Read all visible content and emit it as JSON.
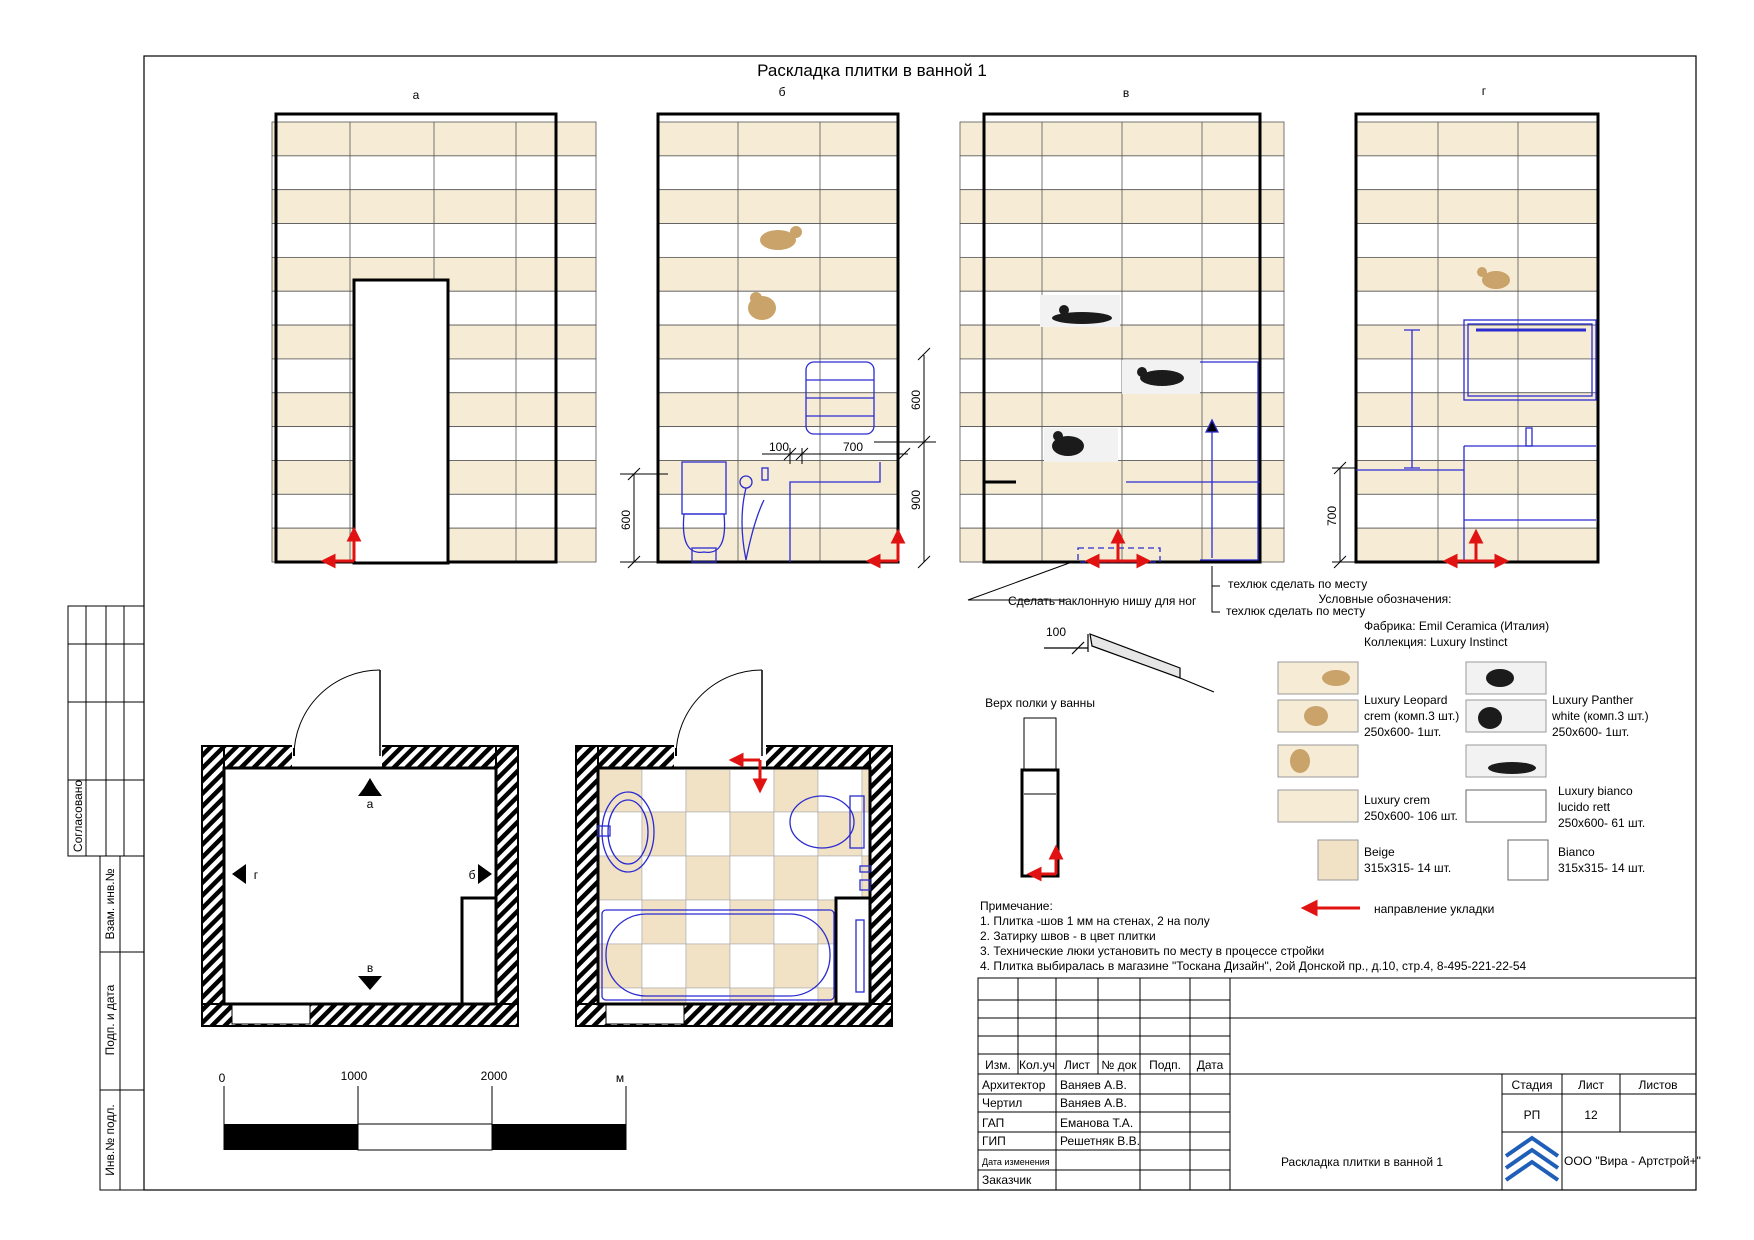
{
  "title": "Раскладка плитки в ванной 1",
  "wall_labels": [
    "а",
    "б",
    "в",
    "г"
  ],
  "plan_labels": {
    "a": "а",
    "b": "б",
    "v": "в",
    "g": "г"
  },
  "dims": {
    "b_600_left": "600",
    "b_100": "100",
    "b_700": "700",
    "b_600_right": "600",
    "b_900": "900",
    "g_700": "700",
    "shelf_100": "100"
  },
  "callouts": {
    "niche": "Сделать наклонную нишу для ног",
    "hatch1": "техлюк сделать по месту",
    "hatch2": "техлюк сделать по месту",
    "shelf_caption": "Верх полки у ванны"
  },
  "legend": {
    "title": "Условные обозначения:",
    "factory": "Фабрика: Emil Ceramica (Италия)",
    "collection": "Коллекция: Luxury Instinct",
    "leopard": [
      "Luxury Leopard",
      "crem (комп.3 шт.)",
      "250х600-  1шт."
    ],
    "panther": [
      "Luxury Panther",
      "white (комп.3 шт.)",
      "250х600-  1шт."
    ],
    "crem": [
      "Luxury crem",
      "250х600-  106 шт."
    ],
    "bianco_lucido": [
      "Luxury bianco",
      "lucido rett",
      "250х600-  61 шт."
    ],
    "beige": [
      "Beige",
      "315х315-  14 шт."
    ],
    "bianco": [
      "Bianco",
      "315х315-  14 шт."
    ],
    "direction": "направление укладки"
  },
  "notes": [
    "Примечание:",
    "1. Плитка  -шов 1 мм на стенах, 2 на полу",
    "2. Затирку  швов - в цвет плитки",
    "3. Технические люки установить по месту в процессе стройки",
    "4. Плитка выбиралась в магазине \"Тоскана Дизайн\", 2ой Донской пр., д.10, стр.4, 8-495-221-22-54"
  ],
  "scale": {
    "labels": [
      "0",
      "1000",
      "2000",
      "м"
    ]
  },
  "side_stamp": {
    "agreed": "Согласовано",
    "inv_vzam": "Взам. инв.№",
    "sign_date": "Подп. и дата",
    "inv_podl": "Инв.№ подл."
  },
  "title_block": {
    "headers": [
      "Изм.",
      "Кол.уч",
      "Лист",
      "№ док",
      "Подп.",
      "Дата"
    ],
    "rows": [
      {
        "role": "Архитектор",
        "name": "Ваняев А.В."
      },
      {
        "role": "Чертил",
        "name": "Ваняев А.В."
      },
      {
        "role": "ГАП",
        "name": "Еманова Т.А."
      },
      {
        "role": "ГИП",
        "name": "Решетняк В.В."
      },
      {
        "role": "Дата изменения",
        "name": ""
      },
      {
        "role": "Заказчик",
        "name": ""
      }
    ],
    "stage_label": "Стадия",
    "sheet_label": "Лист",
    "sheets_label": "Листов",
    "stage": "РП",
    "sheet": "12",
    "sheets": "",
    "drawing_title": "Раскладка плитки в ванной 1",
    "company": "ООО \"Вира - Артстрой+\""
  },
  "colors": {
    "crem": "#f6ecd6",
    "beige": "#f1e2c6",
    "pipe": "#2b2bd0",
    "arrow": "#e11212",
    "line": "#000000"
  }
}
